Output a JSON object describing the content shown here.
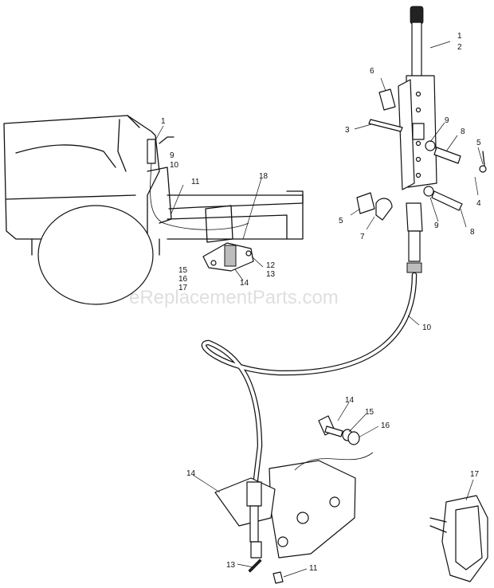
{
  "watermark": "eReplacementParts.com",
  "callouts": {
    "c1_top": "1",
    "c2_top": "2",
    "c6": "6",
    "c3": "3",
    "c9_upper": "9",
    "c8_upper": "8",
    "c5_right": "5",
    "c4": "4",
    "c5_left": "5",
    "c7": "7",
    "c9_lower": "9",
    "c8_lower": "8",
    "c1_tractor": "1",
    "c9_tractor": "9",
    "c10_tractor": "10",
    "c11_upper": "11",
    "c18": "18",
    "c15_upper": "15",
    "c16_upper": "16",
    "c17_upper": "17",
    "c12": "12",
    "c13_upper": "13",
    "c14_upper": "14",
    "c10_cable": "10",
    "c14_bolt": "14",
    "c15_lower": "15",
    "c16_lower": "16",
    "c14_bracket": "14",
    "c17_lower": "17",
    "c13_lower": "13",
    "c11_lower": "11"
  }
}
